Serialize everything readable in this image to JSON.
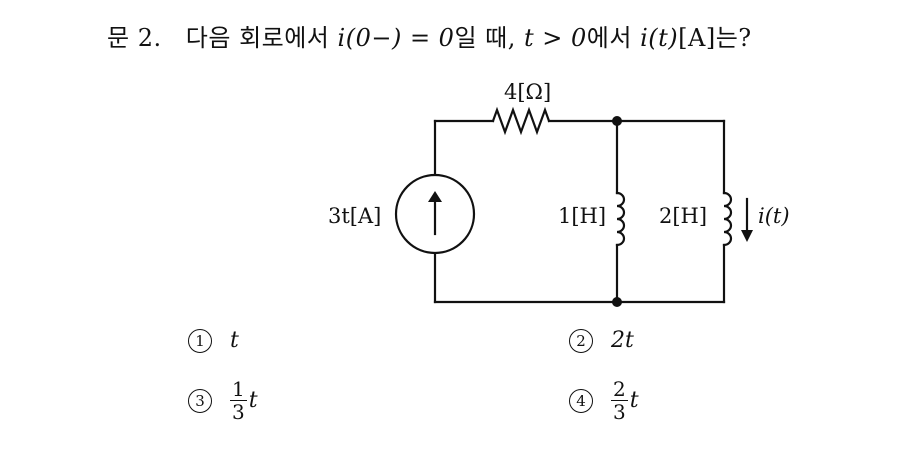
{
  "question": {
    "label": "문",
    "number": "2.",
    "text_part1": "다음 회로에서",
    "condition": "i(0−) = 0",
    "text_part2": "일 때,",
    "time_condition": "t > 0",
    "text_part3": "에서",
    "unknown": "i(t)",
    "unit": "[A]",
    "text_part4": "는?"
  },
  "circuit": {
    "source_label": "3t[A]",
    "resistor_label": "4[Ω]",
    "inductor1_label": "1[H]",
    "inductor2_label": "2[H]",
    "current_label": "i(t)"
  },
  "choices": [
    {
      "mark": "1",
      "answer": "t"
    },
    {
      "mark": "2",
      "answer": "2t"
    },
    {
      "mark": "3",
      "numerator": "1",
      "denominator": "3",
      "variable": "t"
    },
    {
      "mark": "4",
      "numerator": "2",
      "denominator": "3",
      "variable": "t"
    }
  ]
}
